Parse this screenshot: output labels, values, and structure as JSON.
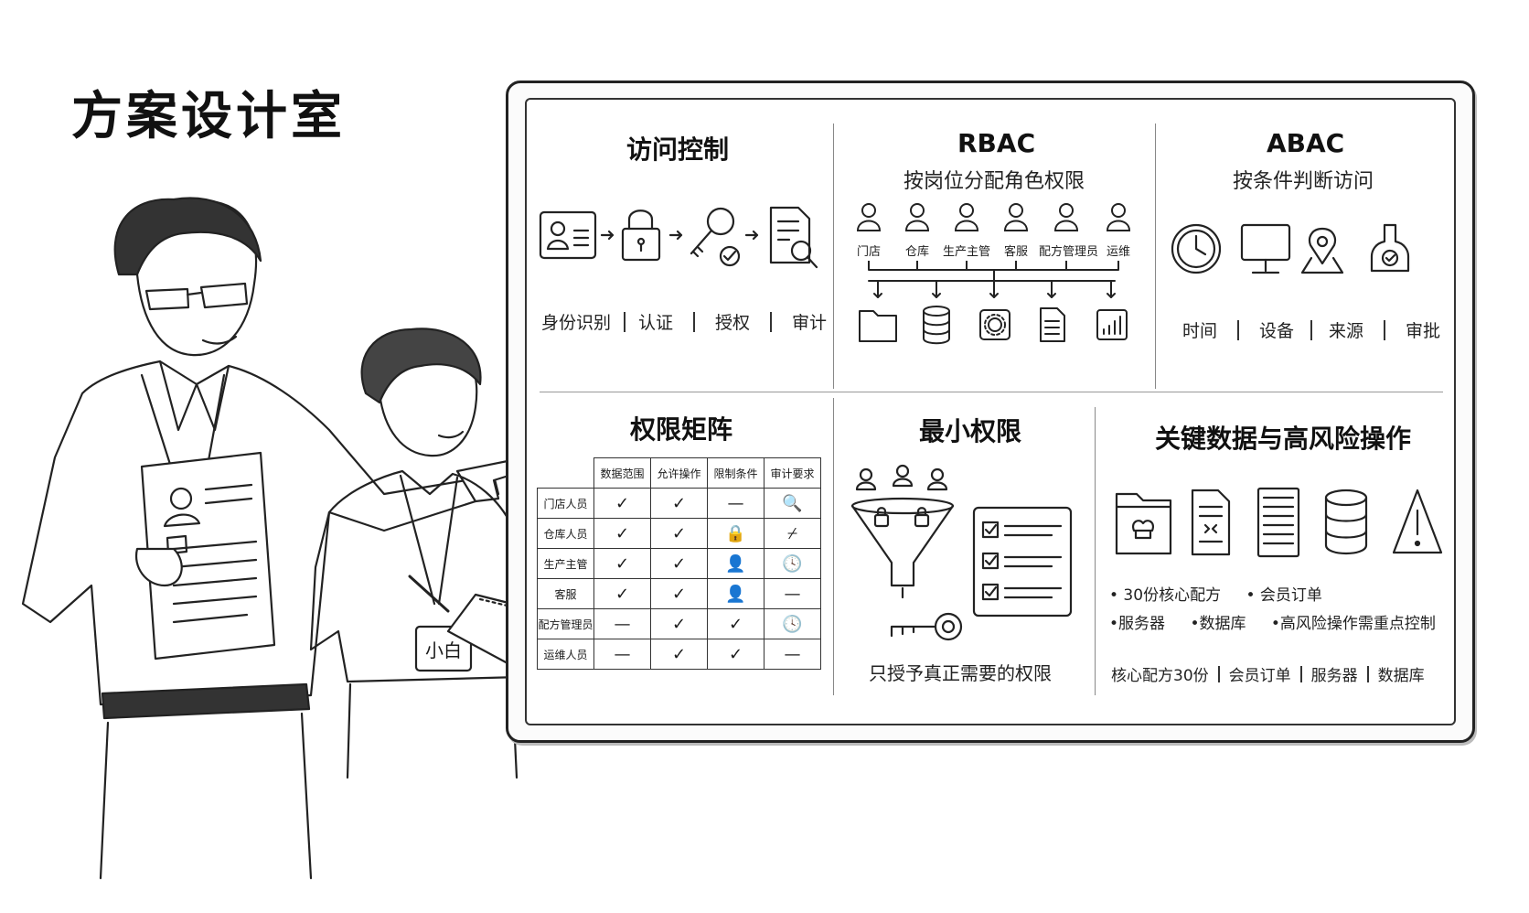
{
  "page_title": "方案设计室",
  "badge_name": "小白",
  "access_control": {
    "title": "访问控制",
    "steps": [
      "身份识别",
      "认证",
      "授权",
      "审计"
    ]
  },
  "rbac": {
    "title": "RBAC",
    "subtitle": "按岗位分配角色权限",
    "roles": [
      "门店",
      "仓库",
      "生产主管",
      "客服",
      "配方管理员",
      "运维"
    ]
  },
  "abac": {
    "title": "ABAC",
    "subtitle": "按条件判断访问",
    "conditions": [
      "时间",
      "设备",
      "来源",
      "审批"
    ]
  },
  "matrix": {
    "title": "权限矩阵",
    "columns": [
      "数据范围",
      "允许操作",
      "限制条件",
      "审计要求"
    ],
    "rows": [
      {
        "role": "门店人员",
        "cells": [
          "✓",
          "✓",
          "—",
          "🔍"
        ]
      },
      {
        "role": "仓库人员",
        "cells": [
          "✓",
          "✓",
          "🔒",
          "⌿"
        ]
      },
      {
        "role": "生产主管",
        "cells": [
          "✓",
          "✓",
          "👤",
          "🕓"
        ]
      },
      {
        "role": "客服",
        "cells": [
          "✓",
          "✓",
          "👤",
          "—"
        ]
      },
      {
        "role": "配方管理员",
        "cells": [
          "—",
          "✓",
          "✓",
          "🕓"
        ]
      },
      {
        "role": "运维人员",
        "cells": [
          "—",
          "✓",
          "✓",
          "—"
        ]
      }
    ]
  },
  "least_privilege": {
    "title": "最小权限",
    "caption": "只授予真正需要的权限"
  },
  "key_data": {
    "title": "关键数据与高风险操作",
    "bullets_line1": [
      "•  30份核心配方",
      "•  会员订单"
    ],
    "bullets_line2": [
      "•服务器",
      "•数据库",
      "•高风险操作需重点控制"
    ],
    "bottom": [
      "核心配方30份",
      "会员订单",
      "服务器",
      "数据库"
    ]
  }
}
